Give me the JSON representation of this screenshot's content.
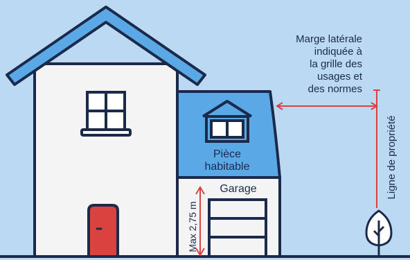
{
  "labels": {
    "side_margin": [
      "Marge latérale",
      "indiquée à",
      "la grille des",
      "usages et",
      "des normes"
    ],
    "property_line": "Ligne de propriété",
    "living_room": [
      "Pièce",
      "habitable"
    ],
    "garage": "Garage",
    "max_height": "Max 2,75 m"
  },
  "colors": {
    "sky": "#bcd9f4",
    "outline": "#1b2a4a",
    "roof": "#5aa9e6",
    "wall": "#f4f4f4",
    "door": "#d9423f",
    "measure": "#d9423f",
    "tree": "#ffffff"
  }
}
